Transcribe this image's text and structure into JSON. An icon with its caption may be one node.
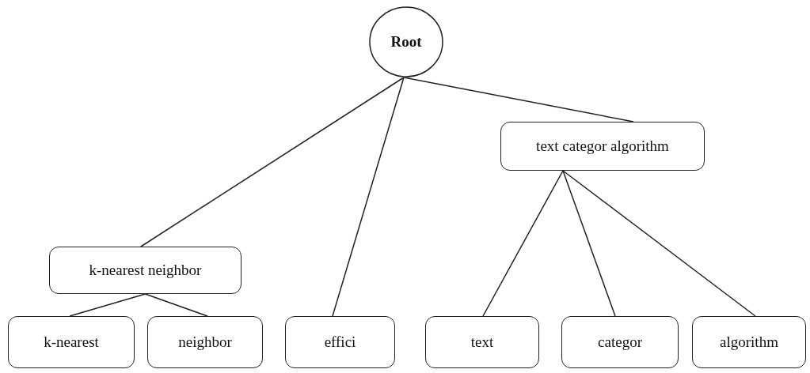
{
  "diagram": {
    "nodes": [
      {
        "text": [
          "Root"
        ]
      },
      {
        "text": [
          "k-nearest neighbor"
        ]
      },
      {
        "text": [
          "text categor algorithm"
        ]
      },
      {
        "text": [
          "k-nearest"
        ]
      },
      {
        "text": [
          "neighbor"
        ]
      },
      {
        "text": [
          "effici"
        ]
      },
      {
        "text": [
          "text"
        ]
      },
      {
        "text": [
          "categor"
        ]
      },
      {
        "text": [
          "algorithm"
        ]
      }
    ],
    "edges": [
      {
        "from": 0,
        "to": 1,
        "arrow": "none"
      },
      {
        "from": 0,
        "to": 5,
        "arrow": "none"
      },
      {
        "from": 0,
        "to": 2,
        "arrow": "none"
      },
      {
        "from": 1,
        "to": 3,
        "arrow": "none"
      },
      {
        "from": 1,
        "to": 4,
        "arrow": "none"
      },
      {
        "from": 2,
        "to": 6,
        "arrow": "none"
      },
      {
        "from": 2,
        "to": 7,
        "arrow": "none"
      },
      {
        "from": 2,
        "to": 8,
        "arrow": "none"
      }
    ]
  }
}
